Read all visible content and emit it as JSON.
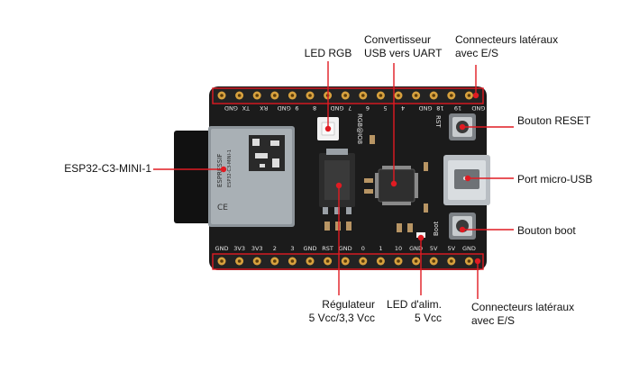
{
  "labels": {
    "led_rgb": "LED RGB",
    "usb_uart": "Convertisseur\nUSB vers UART",
    "connectors_top": "Connecteurs latéraux\navec E/S",
    "reset_button": "Bouton RESET",
    "module": "ESP32-C3-MINI-1",
    "micro_usb": "Port micro-USB",
    "boot_button": "Bouton boot",
    "regulator": "Régulateur\n5 Vcc/3,3 Vcc",
    "power_led": "LED d'alim.\n5 Vcc",
    "connectors_bottom": "Connecteurs latéraux\navec E/S"
  },
  "pins": {
    "top": [
      "GND",
      "TX",
      "RX",
      "GND",
      "9",
      "8",
      "GND",
      "7",
      "6",
      "5",
      "4",
      "GND",
      "18",
      "19",
      "GND"
    ],
    "bottom": [
      "GND",
      "3V3",
      "3V3",
      "2",
      "3",
      "GND",
      "RST",
      "GND",
      "0",
      "1",
      "10",
      "GND",
      "5V",
      "5V",
      "GND"
    ]
  },
  "board_marks": {
    "rgb_led": "RGB@IO8",
    "rst": "RST",
    "boot": "Boot",
    "module_brand": "ESPRESSIF",
    "module_model": "ESP32-C3-MINI-1"
  },
  "colors": {
    "callout": "#e01b22",
    "board": "#1a1a1a",
    "silkscreen": "#e8e8e8"
  }
}
